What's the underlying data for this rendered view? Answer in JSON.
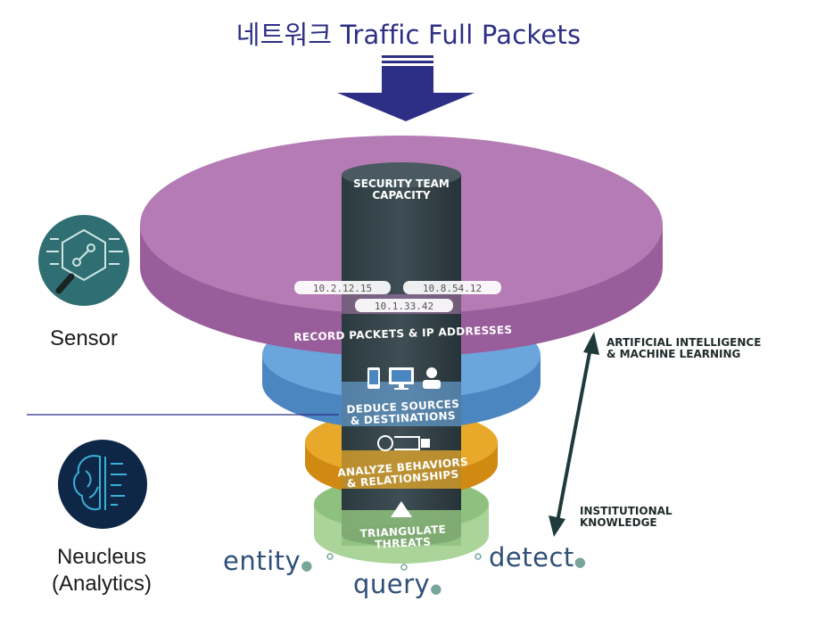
{
  "title": "네트워크 Traffic Full Packets",
  "funnel": {
    "core_label_line1": "SECURITY TEAM",
    "core_label_line2": "CAPACITY",
    "ip_addresses": [
      "10.2.12.15",
      "10.8.54.12",
      "10.1.33.42"
    ],
    "layers": [
      {
        "line1": "RECORD PACKETS & IP ADDRESSES",
        "line2": "",
        "color": "#b57bb5"
      },
      {
        "line1": "DEDUCE SOURCES",
        "line2": "& DESTINATIONS",
        "color": "#5b9bd5"
      },
      {
        "line1": "ANALYZE BEHAVIORS",
        "line2": "& RELATIONSHIPS",
        "color": "#e8a92a"
      },
      {
        "line1": "TRIANGULATE",
        "line2": "THREATS",
        "color": "#8fc17e"
      }
    ]
  },
  "side_notes": {
    "top_line1": "ARTIFICIAL INTELLIGENCE",
    "top_line2": "& MACHINE LEARNING",
    "bottom_line1": "INSTITUTIONAL",
    "bottom_line2": "KNOWLEDGE"
  },
  "left_labels": {
    "sensor": "Sensor",
    "neucleus_line1": "Neucleus",
    "neucleus_line2": "(Analytics)"
  },
  "brands": [
    "entity",
    "query",
    "detect"
  ],
  "icons": {
    "sensor": "sensor-circuit-icon",
    "neucleus": "brain-circuit-icon",
    "arrow": "down-arrow-icon"
  }
}
